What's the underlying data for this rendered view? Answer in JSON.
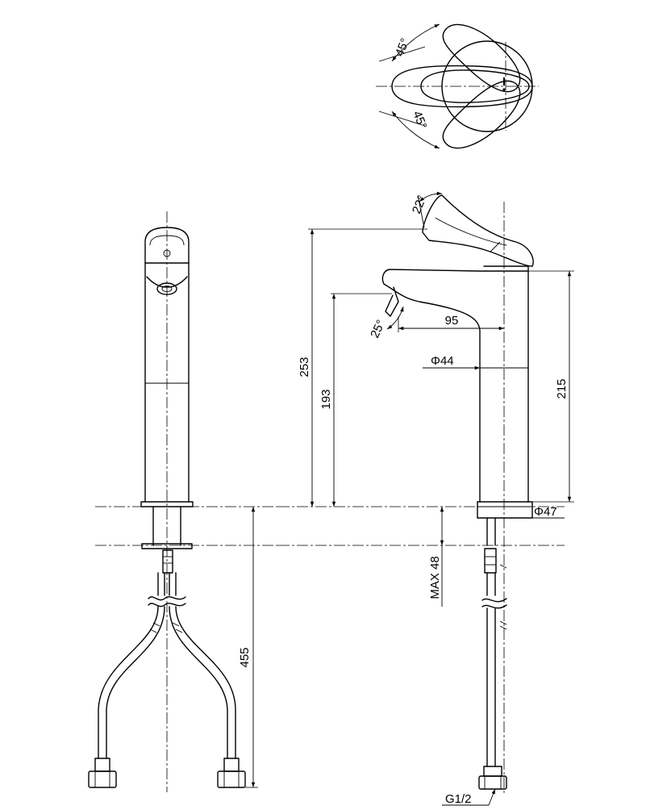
{
  "dimensions": {
    "rotation_top": "45°",
    "rotation_bottom": "45°",
    "lever_tilt": "22°",
    "spout_angle": "25°",
    "total_height": "253",
    "spout_height": "193",
    "body_height": "215",
    "spout_reach": "95",
    "body_diameter": "Φ44",
    "base_diameter": "Φ47",
    "max_deck": "MAX 48",
    "hose_length": "455",
    "connection": "G1/2"
  }
}
